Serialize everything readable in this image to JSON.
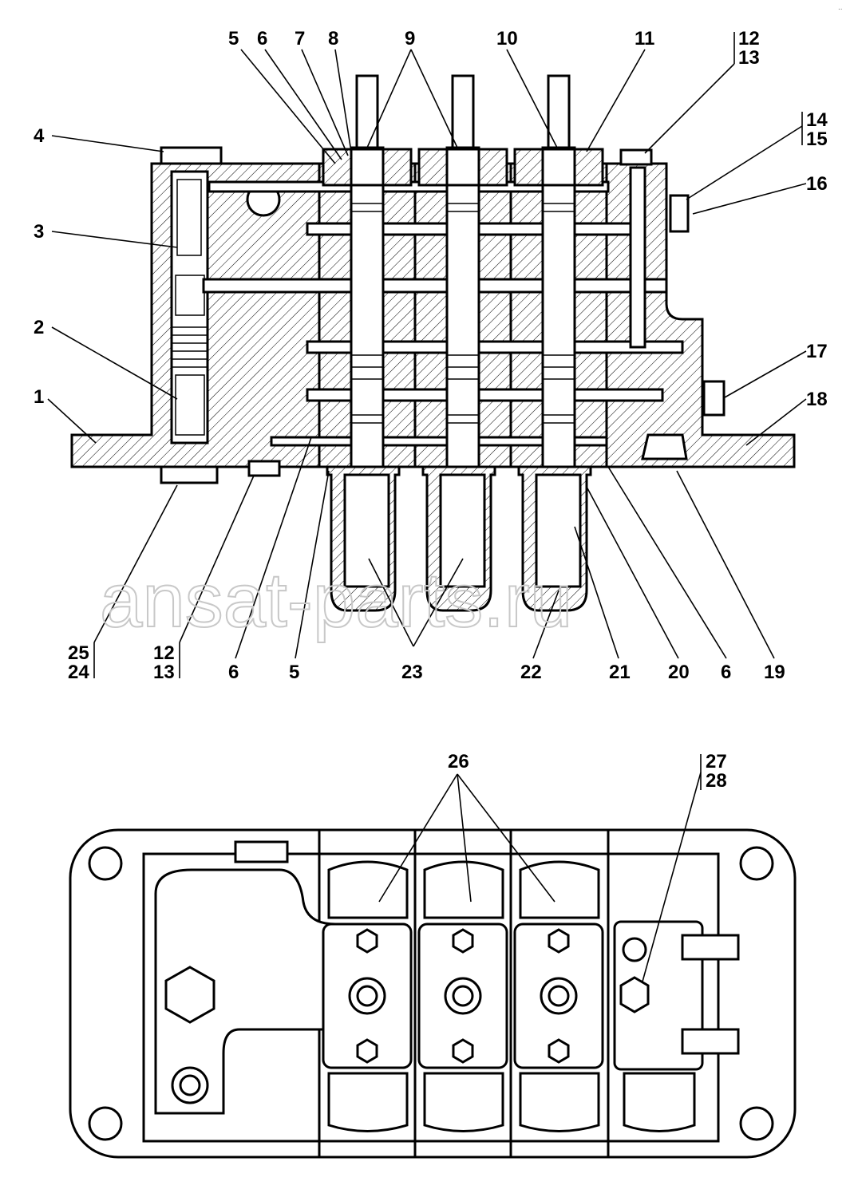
{
  "watermark": "ansat-parts.ru",
  "corner_mark": "..",
  "section_view": {
    "callouts": [
      {
        "id": "c5a",
        "text": "5"
      },
      {
        "id": "c6a",
        "text": "6"
      },
      {
        "id": "c7",
        "text": "7"
      },
      {
        "id": "c8",
        "text": "8"
      },
      {
        "id": "c9",
        "text": "9"
      },
      {
        "id": "c10",
        "text": "10"
      },
      {
        "id": "c11",
        "text": "11"
      },
      {
        "id": "c12a",
        "text": "12"
      },
      {
        "id": "c13a",
        "text": "13"
      },
      {
        "id": "c4",
        "text": "4"
      },
      {
        "id": "c14",
        "text": "14"
      },
      {
        "id": "c15",
        "text": "15"
      },
      {
        "id": "c16",
        "text": "16"
      },
      {
        "id": "c3",
        "text": "3"
      },
      {
        "id": "c2",
        "text": "2"
      },
      {
        "id": "c17",
        "text": "17"
      },
      {
        "id": "c1",
        "text": "1"
      },
      {
        "id": "c18",
        "text": "18"
      },
      {
        "id": "c25",
        "text": "25"
      },
      {
        "id": "c24",
        "text": "24"
      },
      {
        "id": "c12b",
        "text": "12"
      },
      {
        "id": "c13b",
        "text": "13"
      },
      {
        "id": "c6b",
        "text": "6"
      },
      {
        "id": "c5b",
        "text": "5"
      },
      {
        "id": "c23",
        "text": "23"
      },
      {
        "id": "c22",
        "text": "22"
      },
      {
        "id": "c21",
        "text": "21"
      },
      {
        "id": "c20",
        "text": "20"
      },
      {
        "id": "c6c",
        "text": "6"
      },
      {
        "id": "c19",
        "text": "19"
      }
    ]
  },
  "top_view": {
    "callouts": [
      {
        "id": "c26",
        "text": "26"
      },
      {
        "id": "c27",
        "text": "27"
      },
      {
        "id": "c28",
        "text": "28"
      }
    ]
  }
}
